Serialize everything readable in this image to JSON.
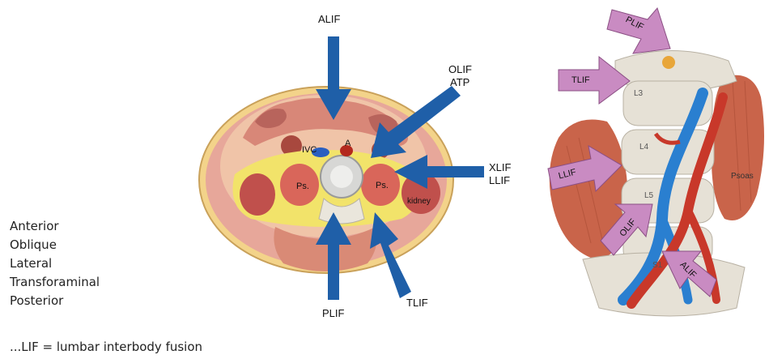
{
  "left_list": {
    "items": [
      "Anterior",
      "Oblique",
      "Lateral",
      "Transforaminal",
      "Posterior"
    ],
    "footnote": "...LIF = lumbar interbody fusion"
  },
  "cross_section": {
    "approaches": {
      "alif": "ALIF",
      "olif": "OLIF",
      "atp": "ATP",
      "xlif": "XLIF",
      "llif": "LLIF",
      "plif": "PLIF",
      "tlif": "TLIF"
    },
    "anatomy": {
      "ivc": "IVC",
      "aorta": "A",
      "psoas_left": "Ps.",
      "psoas_right": "Ps.",
      "kidney": "kidney"
    }
  },
  "spine_illustration": {
    "arrows": {
      "plif": "PLIF",
      "tlif": "TLIF",
      "llif": "LLIF",
      "olif": "OLIF",
      "alif": "ALIF"
    },
    "levels": [
      "L3",
      "L4",
      "L5",
      "S1"
    ],
    "muscle_label": "Psoas"
  },
  "colors": {
    "approach_arrow": "#1f5fa8",
    "illustration_arrow": "#c98bc2",
    "artery": "#c8382a",
    "vein": "#2a7fd0",
    "muscle": "#c9644a",
    "bone": "#e6e1d6"
  }
}
